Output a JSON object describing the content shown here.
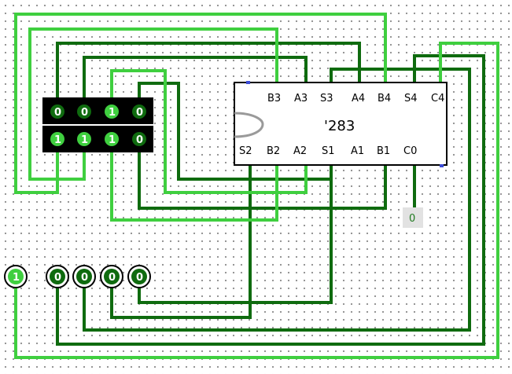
{
  "colors": {
    "wire_on": "#3fcf3f",
    "wire_off": "#0f6b0f",
    "chip_fill": "#ffffff",
    "const_bg": "#e2e2e2"
  },
  "chip": {
    "name": "'283",
    "top_pins": [
      "B3",
      "A3",
      "S3",
      "A4",
      "B4",
      "S4",
      "C4"
    ],
    "bottom_pins": [
      "S2",
      "B2",
      "A2",
      "S1",
      "A1",
      "B1",
      "C0"
    ]
  },
  "dip_switch": {
    "top_row": [
      "0",
      "0",
      "1",
      "0"
    ],
    "bottom_row": [
      "1",
      "1",
      "1",
      "0"
    ]
  },
  "carry_in": {
    "value": "0"
  },
  "outputs": {
    "carry_led": "1",
    "sum_leds": [
      "0",
      "0",
      "0",
      "0"
    ]
  }
}
